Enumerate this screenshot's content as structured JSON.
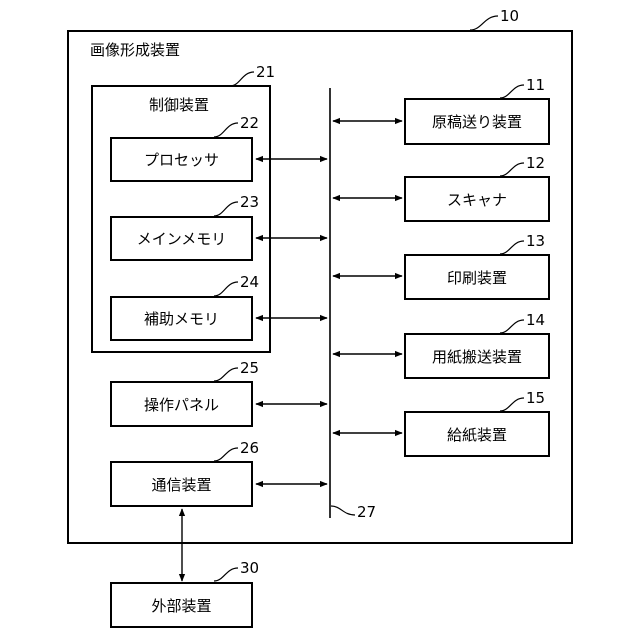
{
  "outer": {
    "title": "画像形成装置",
    "ref": "10"
  },
  "controller": {
    "title": "制御装置",
    "ref": "21"
  },
  "inner_boxes": [
    {
      "label": "プロセッサ",
      "ref": "22"
    },
    {
      "label": "メインメモリ",
      "ref": "23"
    },
    {
      "label": "補助メモリ",
      "ref": "24"
    }
  ],
  "left_boxes": [
    {
      "label": "操作パネル",
      "ref": "25"
    },
    {
      "label": "通信装置",
      "ref": "26"
    }
  ],
  "right_boxes": [
    {
      "label": "原稿送り装置",
      "ref": "11"
    },
    {
      "label": "スキャナ",
      "ref": "12"
    },
    {
      "label": "印刷装置",
      "ref": "13"
    },
    {
      "label": "用紙搬送装置",
      "ref": "14"
    },
    {
      "label": "給紙装置",
      "ref": "15"
    }
  ],
  "bus": {
    "ref": "27"
  },
  "external": {
    "label": "外部装置",
    "ref": "30"
  }
}
